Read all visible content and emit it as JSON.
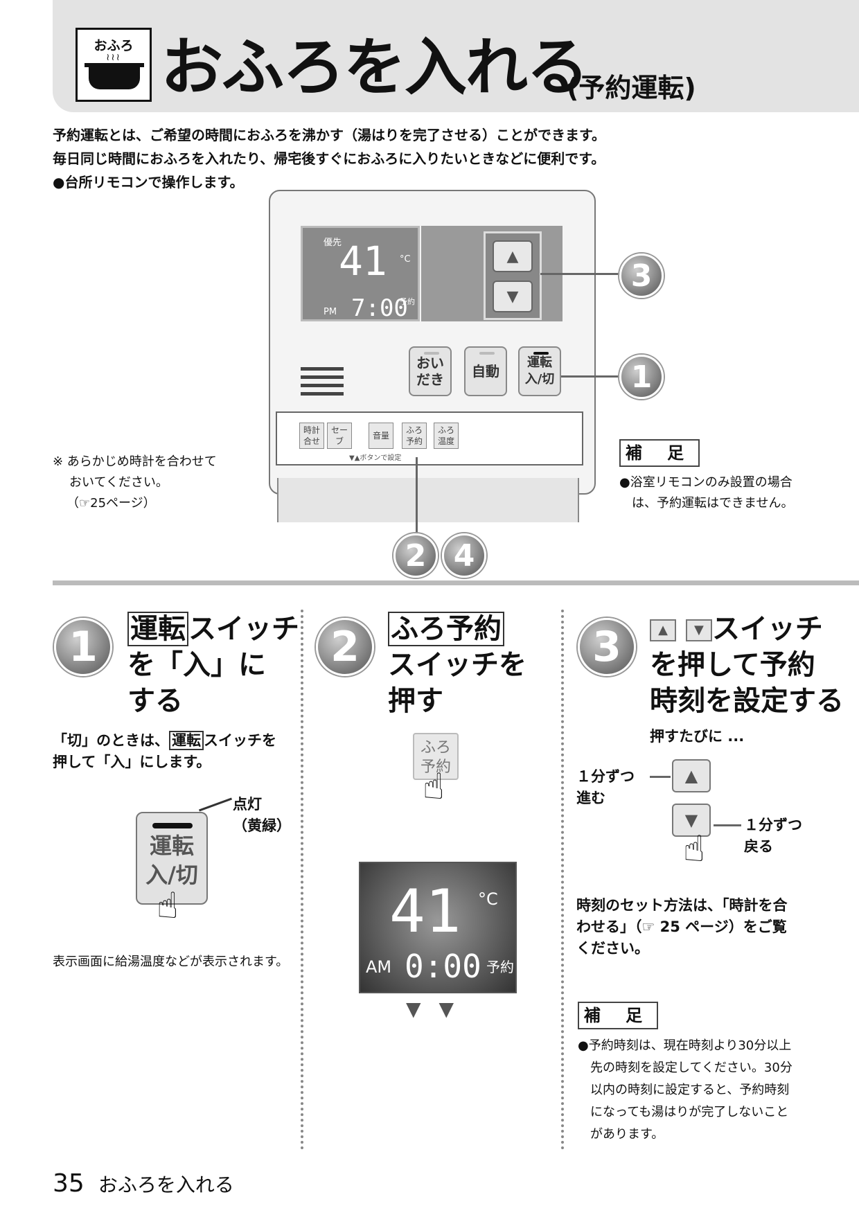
{
  "header": {
    "icon_label": "おふろ",
    "title": "おふろを入れる",
    "subtitle": "(予約運転)"
  },
  "intro": {
    "line1": "予約運転とは、ご希望の時間におふろを沸かす（湯はりを完了させる）ことができます。",
    "line2": "毎日同じ時間におふろを入れたり、帰宅後すぐにおふろに入りたいときなどに便利です。",
    "line3": "●台所リモコンで操作します。"
  },
  "remote": {
    "lcd_priority": "優先",
    "lcd_temp": "41",
    "lcd_unit": "°C",
    "lcd_ampm": "PM",
    "lcd_time": "7:00",
    "lcd_reserve": "予約",
    "btn_oidaki": "おい だき",
    "btn_auto": "自動",
    "btn_power": "運転 入/切",
    "small_btn_clock": "時計 合せ",
    "small_btn_save": "セーブ",
    "small_btn_volume": "音量",
    "small_btn_reserve": "ふろ 予約",
    "small_btn_temp": "ふろ 温度",
    "small_caption": "▼▲ボタンで設定",
    "callout_3": "3",
    "callout_1": "1",
    "callout_2": "2",
    "callout_4": "4",
    "arrow_up_icon": "triangle-up",
    "arrow_down_icon": "triangle-down"
  },
  "side_note": {
    "line1": "※ あらかじめ時計を合わせて",
    "line2": "おいてください。",
    "line3": "（☞25ページ）"
  },
  "hosoku_top": {
    "label": "補 足",
    "line1": "●浴室リモコンのみ設置の場合",
    "line2": "は、予約運転はできません。"
  },
  "step1": {
    "num": "1",
    "key": "運転",
    "title_rest": "スイッチ",
    "title_line2": "を「入」に",
    "title_line3": "する",
    "body1_pre": "「切」のときは、",
    "body1_key": "運転",
    "body1_post": "スイッチを",
    "body2": "押して「入」にします。",
    "lamp_label1": "点灯",
    "lamp_label2": "（黄緑）",
    "button_line1": "運転",
    "button_line2": "入/切",
    "caption": "表示画面に給湯温度などが表示されます。"
  },
  "step2": {
    "num": "2",
    "key": "ふろ予約",
    "title_line2": "スイッチを",
    "title_line3": "押す",
    "button_line1": "ふろ",
    "button_line2": "予約",
    "lcd_temp": "41",
    "lcd_unit": "°C",
    "lcd_ampm": "AM",
    "lcd_time": "0:00",
    "lcd_reserve": "予約"
  },
  "step3": {
    "num": "3",
    "title_rest": "スイッチ",
    "title_line2": "を押して予約",
    "title_line3": "時刻を設定する",
    "each_press": "押すたびに ...",
    "up_label1": "１分ずつ",
    "up_label2": "進む",
    "down_label1": "１分ずつ",
    "down_label2": "戻る",
    "body1": "時刻のセット方法は、「時計を合",
    "body2": "わせる」（☞ 25 ページ）をご覧",
    "body3": "ください。",
    "hosoku_label": "補 足",
    "note1": "●予約時刻は、現在時刻より30分以上",
    "note2": "先の時刻を設定してください。30分",
    "note3": "以内の時刻に設定すると、予約時刻",
    "note4": "になっても湯はりが完了しないこと",
    "note5": "があります。"
  },
  "footer": {
    "page": "35",
    "chapter": "おふろを入れる"
  }
}
